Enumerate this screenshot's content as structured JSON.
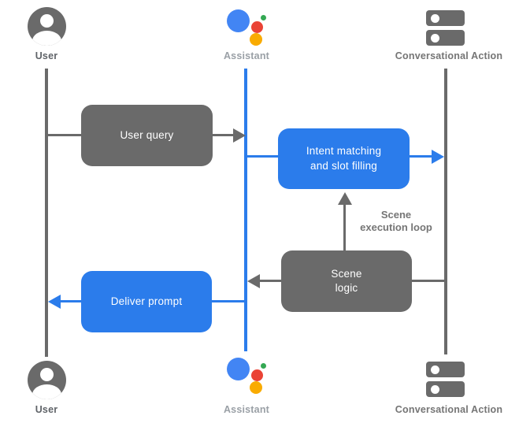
{
  "diagram": {
    "type": "sequence-flow",
    "lanes": {
      "user": {
        "label": "User"
      },
      "assistant": {
        "label": "Assistant"
      },
      "conversational_action": {
        "label": "Conversational Action"
      }
    },
    "nodes": {
      "user_query": {
        "label": "User query"
      },
      "intent_matching": {
        "line1": "Intent matching",
        "line2": "and slot filling"
      },
      "scene_logic": {
        "line1": "Scene",
        "line2": "logic"
      },
      "deliver_prompt": {
        "label": "Deliver prompt"
      }
    },
    "annotations": {
      "scene_execution_loop": {
        "line1": "Scene",
        "line2": "execution loop"
      }
    },
    "icons": {
      "user": "user-icon",
      "assistant": "assistant-logo-icon",
      "conversational_action": "server-stack-icon"
    },
    "colors": {
      "node_gray": "#6a6a6a",
      "node_blue": "#2b7ceb",
      "label_dark_gray": "#5f6368",
      "label_light_gray": "#9aa0a6",
      "label_medium_gray": "#757575",
      "logo_blue": "#4285f4",
      "logo_red": "#ea4335",
      "logo_green": "#34a853",
      "logo_yellow": "#f9ab00",
      "background": "#ffffff"
    }
  }
}
